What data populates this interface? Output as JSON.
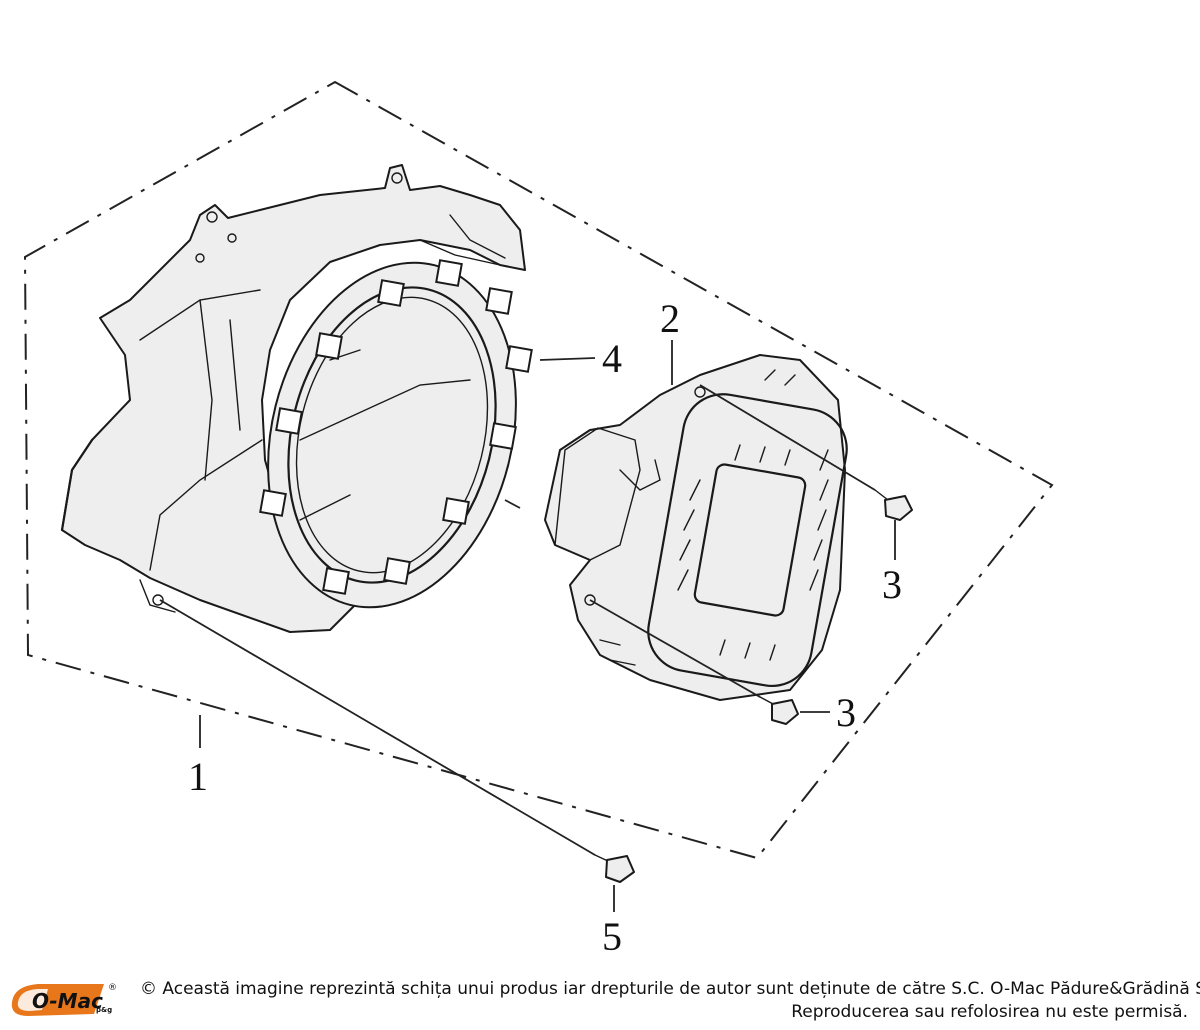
{
  "diagram": {
    "callouts": [
      {
        "id": "1",
        "label": "1"
      },
      {
        "id": "2",
        "label": "2"
      },
      {
        "id": "3a",
        "label": "3"
      },
      {
        "id": "3b",
        "label": "3"
      },
      {
        "id": "4",
        "label": "4"
      },
      {
        "id": "5",
        "label": "5"
      }
    ]
  },
  "branding": {
    "logo_text": "O-Mac",
    "logo_sub": "p&g",
    "logo_mark": "®",
    "logo_color": "#e8761a"
  },
  "footer": {
    "line1": "© Această imagine reprezintă schița unui produs iar drepturile de autor sunt deținute de către S.C. O-Mac Pădure&Grădină S.R.L.",
    "line2": "Reproducerea sau refolosirea nu este permisă."
  }
}
